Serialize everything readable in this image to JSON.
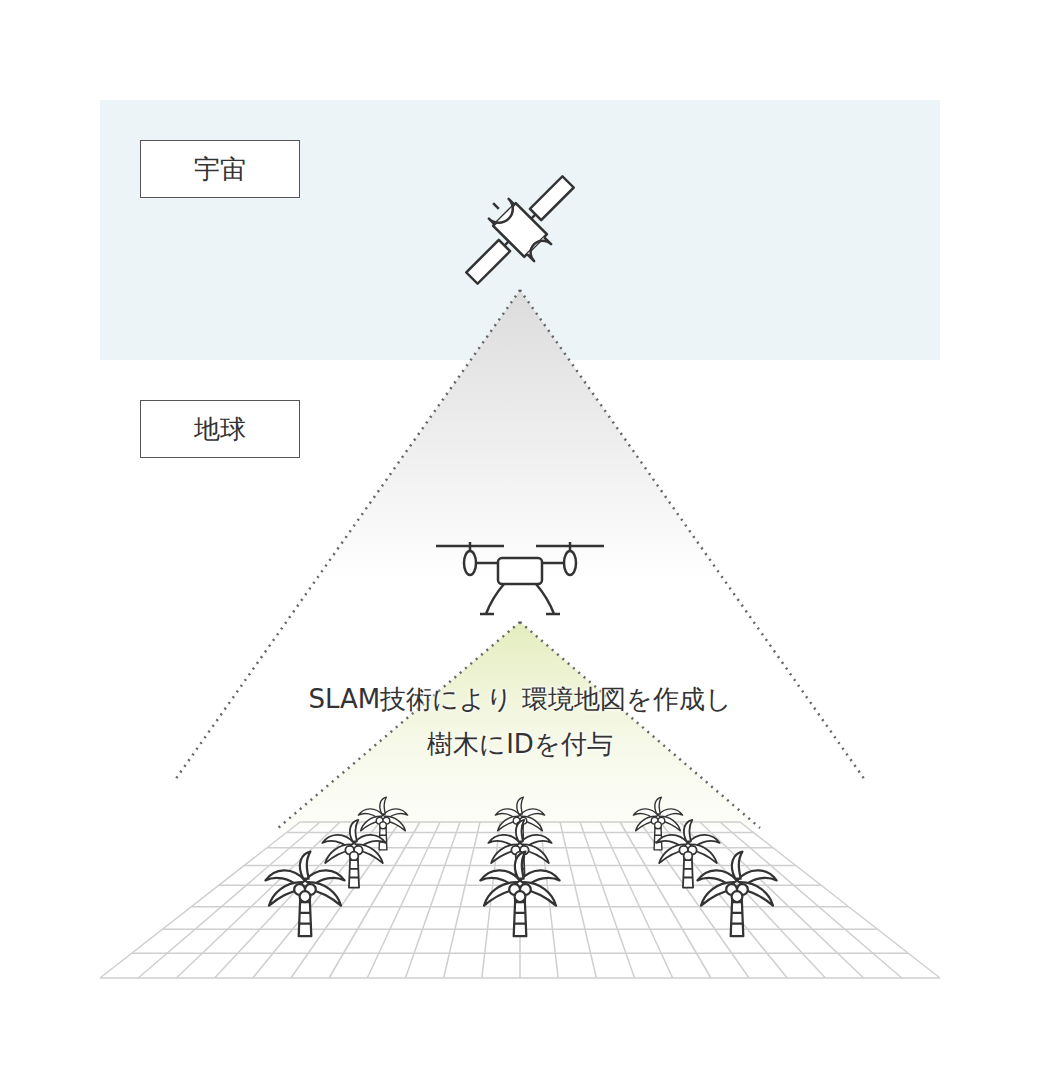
{
  "diagram": {
    "nodes": [
      {
        "text": [
          "宇宙"
        ]
      },
      {
        "text": [
          "地球"
        ]
      }
    ],
    "labels": [
      "SLAM技術により 環境地図を作成し",
      "樹木にIDを付与"
    ]
  }
}
